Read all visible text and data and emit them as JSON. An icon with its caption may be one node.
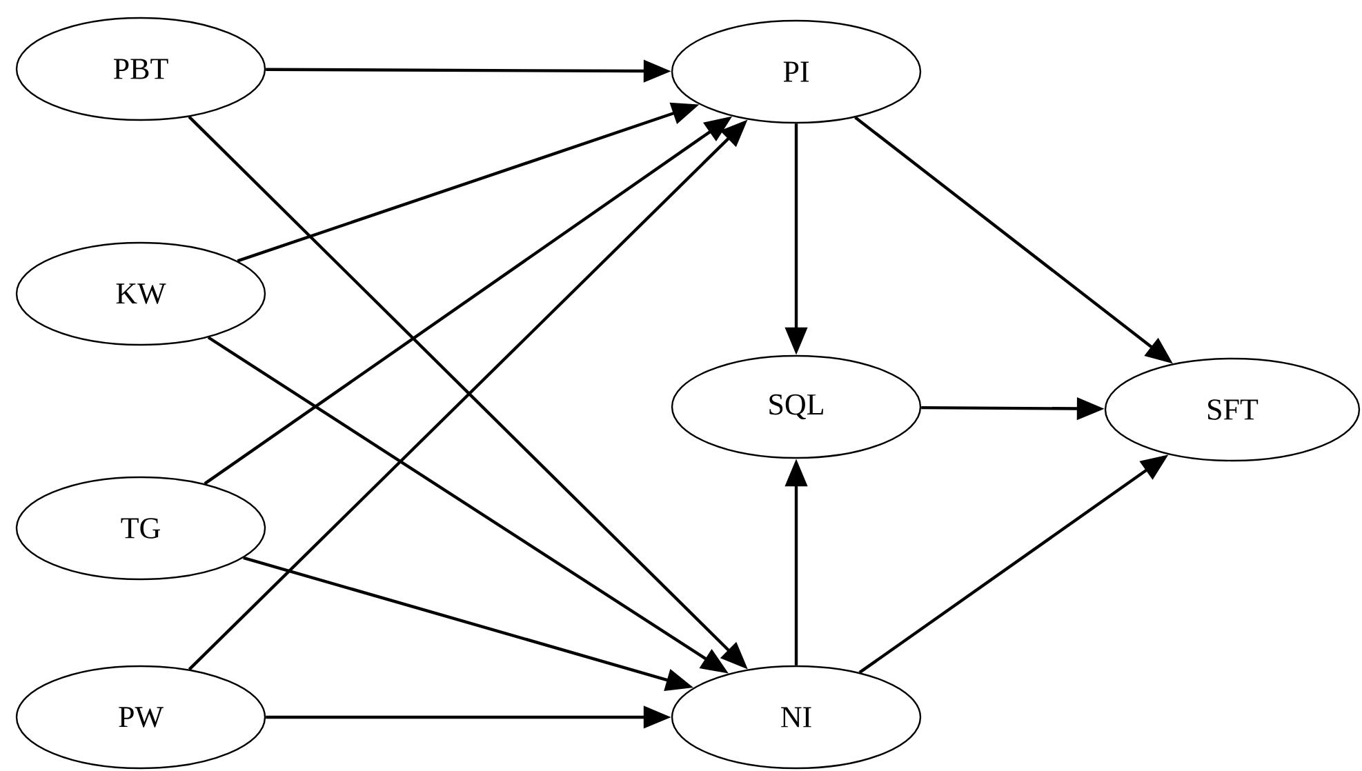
{
  "diagram": {
    "nodes": [
      {
        "text": [
          "PBT"
        ]
      },
      {
        "text": [
          "KW"
        ]
      },
      {
        "text": [
          "TG"
        ]
      },
      {
        "text": [
          "PW"
        ]
      },
      {
        "text": [
          "PI"
        ]
      },
      {
        "text": [
          "SQL"
        ]
      },
      {
        "text": [
          "NI"
        ]
      },
      {
        "text": [
          "SFT"
        ]
      }
    ],
    "edges": [
      {
        "from": 0,
        "to": 4,
        "arrow": "to"
      },
      {
        "from": 0,
        "to": 6,
        "arrow": "to"
      },
      {
        "from": 1,
        "to": 4,
        "arrow": "to"
      },
      {
        "from": 1,
        "to": 6,
        "arrow": "to"
      },
      {
        "from": 2,
        "to": 4,
        "arrow": "to"
      },
      {
        "from": 2,
        "to": 6,
        "arrow": "to"
      },
      {
        "from": 3,
        "to": 4,
        "arrow": "to"
      },
      {
        "from": 3,
        "to": 6,
        "arrow": "to"
      },
      {
        "from": 4,
        "to": 5,
        "arrow": "to"
      },
      {
        "from": 4,
        "to": 7,
        "arrow": "to"
      },
      {
        "from": 5,
        "to": 7,
        "arrow": "to"
      },
      {
        "from": 6,
        "to": 5,
        "arrow": "to"
      },
      {
        "from": 6,
        "to": 7,
        "arrow": "to"
      }
    ]
  }
}
